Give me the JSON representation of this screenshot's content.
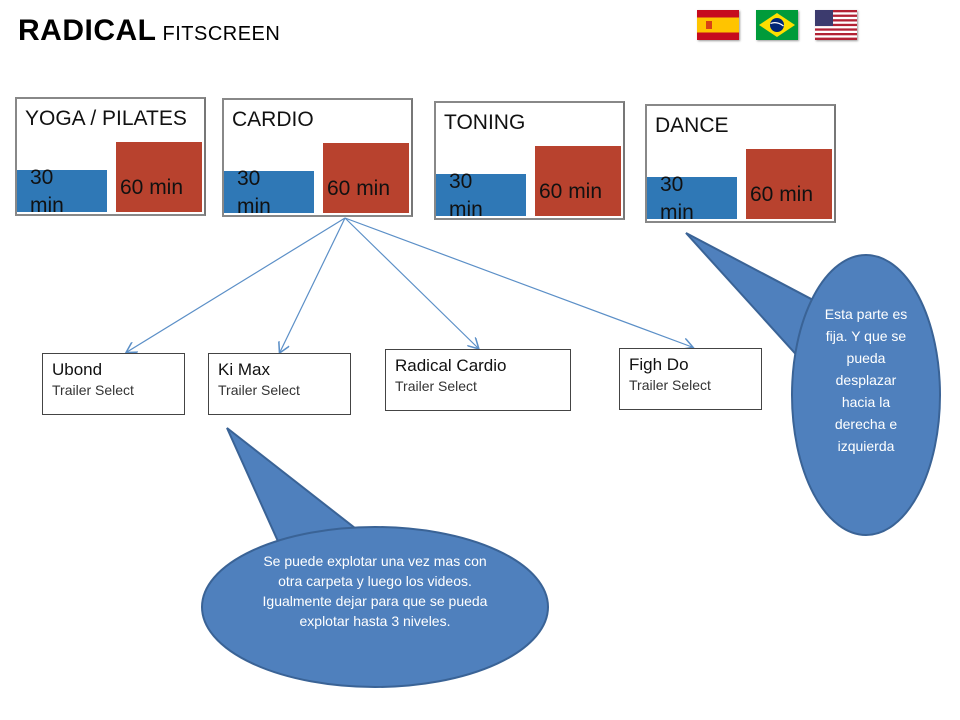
{
  "header": {
    "brand": "RADICAL",
    "product": "FITSCREEN"
  },
  "languages": [
    {
      "name": "Español",
      "icon": "spain-flag-icon"
    },
    {
      "name": "Português",
      "icon": "brazil-flag-icon"
    },
    {
      "name": "English",
      "icon": "usa-flag-icon"
    }
  ],
  "categories": [
    {
      "name": "YOGA / PILATES",
      "short": "30 min",
      "long": "60 min"
    },
    {
      "name": "CARDIO",
      "short": "30 min",
      "long": "60 min"
    },
    {
      "name": "TONING",
      "short": "30 min",
      "long": "60 min"
    },
    {
      "name": "DANCE",
      "short": "30 min",
      "long": "60 min"
    }
  ],
  "trailers": [
    {
      "name": "Ubond",
      "action": "Trailer Select"
    },
    {
      "name": "Ki Max",
      "action": "Trailer Select"
    },
    {
      "name": "Radical Cardio",
      "action": "Trailer Select"
    },
    {
      "name": "Figh Do",
      "action": "Trailer Select"
    }
  ],
  "notes": {
    "fixed_part": "Esta parte es fija. Y que se pueda desplazar hacia la derecha e izquierda",
    "explode": "Se puede explotar una vez mas con otra carpeta y luego los videos. Igualmente dejar para que se pueda explotar hasta 3 niveles."
  },
  "colors": {
    "short_block": "#2f78b6",
    "long_block": "#b8422e",
    "callout": "#4f80bd",
    "callout_border": "#3a6396",
    "arrow": "#5b8fc7"
  }
}
